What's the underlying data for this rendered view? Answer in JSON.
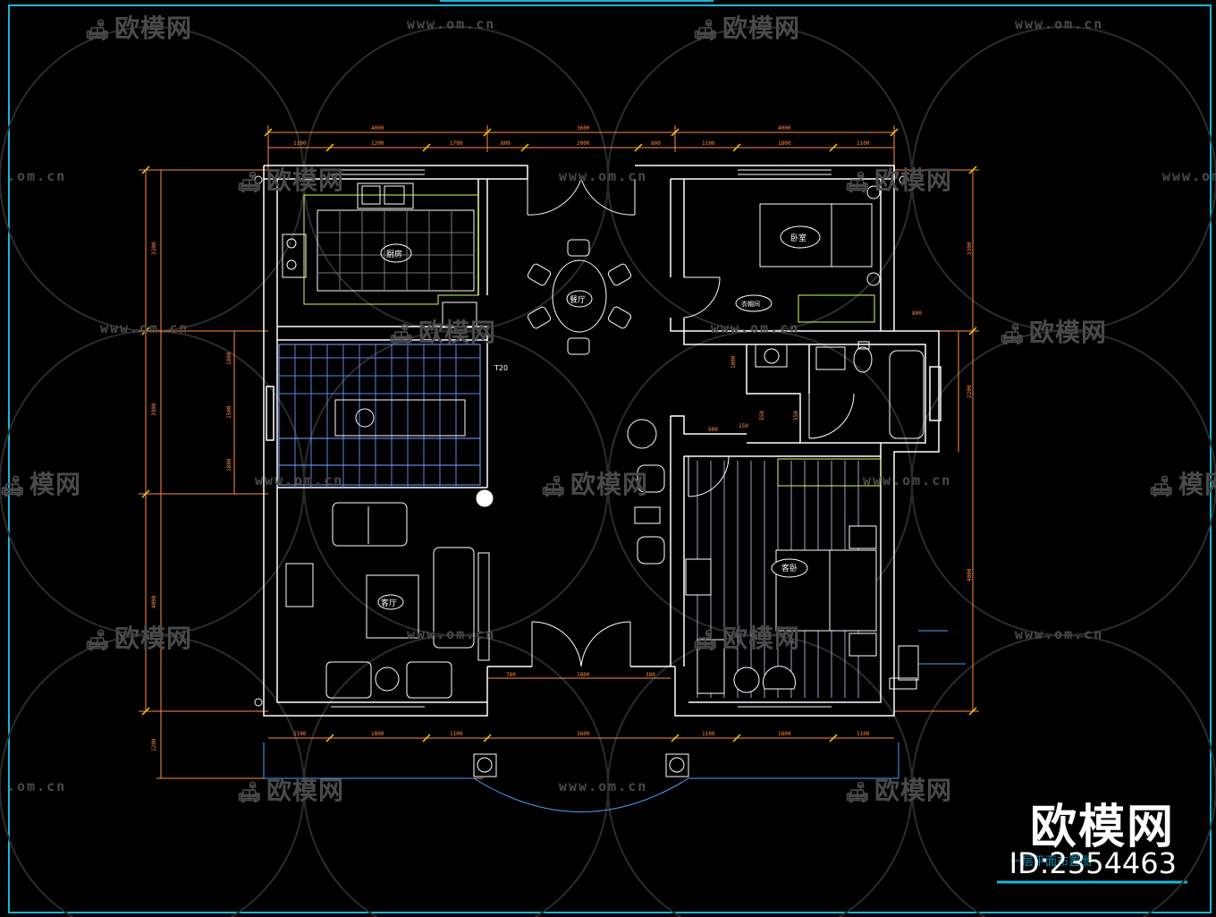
{
  "watermarks": {
    "logo_text": "欧模网",
    "url_text": "www.om.cn",
    "url_text_short": ".om.cn",
    "logo_text_partial": "模网"
  },
  "brand": {
    "name": "欧模网",
    "id": "ID:2354463"
  },
  "drawing": {
    "title": "一层平面布置图",
    "room_labels": [
      "厨房",
      "餐厅",
      "卧室",
      "客厅",
      "客卧",
      "衣帽间"
    ],
    "stair_label": "T20",
    "dims_top_outer": [
      "4000",
      "3600",
      "4000"
    ],
    "dims_top_inner": [
      "1100",
      "1200",
      "1700",
      "800",
      "2000",
      "800",
      "1100",
      "1800",
      "1100"
    ],
    "dims_bottom": [
      "1100",
      "1800",
      "1100",
      "3600",
      "1100",
      "1800",
      "1100"
    ],
    "dims_bottom_entry": [
      "780",
      "1800",
      "380"
    ],
    "dims_left": [
      "3300",
      "3900",
      "4000",
      "1200"
    ],
    "dims_left_stair": [
      "1800",
      "1500",
      "1800"
    ],
    "dims_right": [
      "3300",
      "2200",
      "4000"
    ],
    "dims_bath": [
      "900",
      "150",
      "550",
      "550",
      "800",
      "1000"
    ],
    "colors": {
      "wall": "#ffffff",
      "dimension": "#ff8c40",
      "dim_tick": "#ffcc00",
      "furniture": "#ffffff",
      "hatch": "#c8c8ff",
      "accent": "#00e5ff",
      "kitchen_counter": "#ccff66",
      "watermark": "#4a4a4a"
    }
  }
}
